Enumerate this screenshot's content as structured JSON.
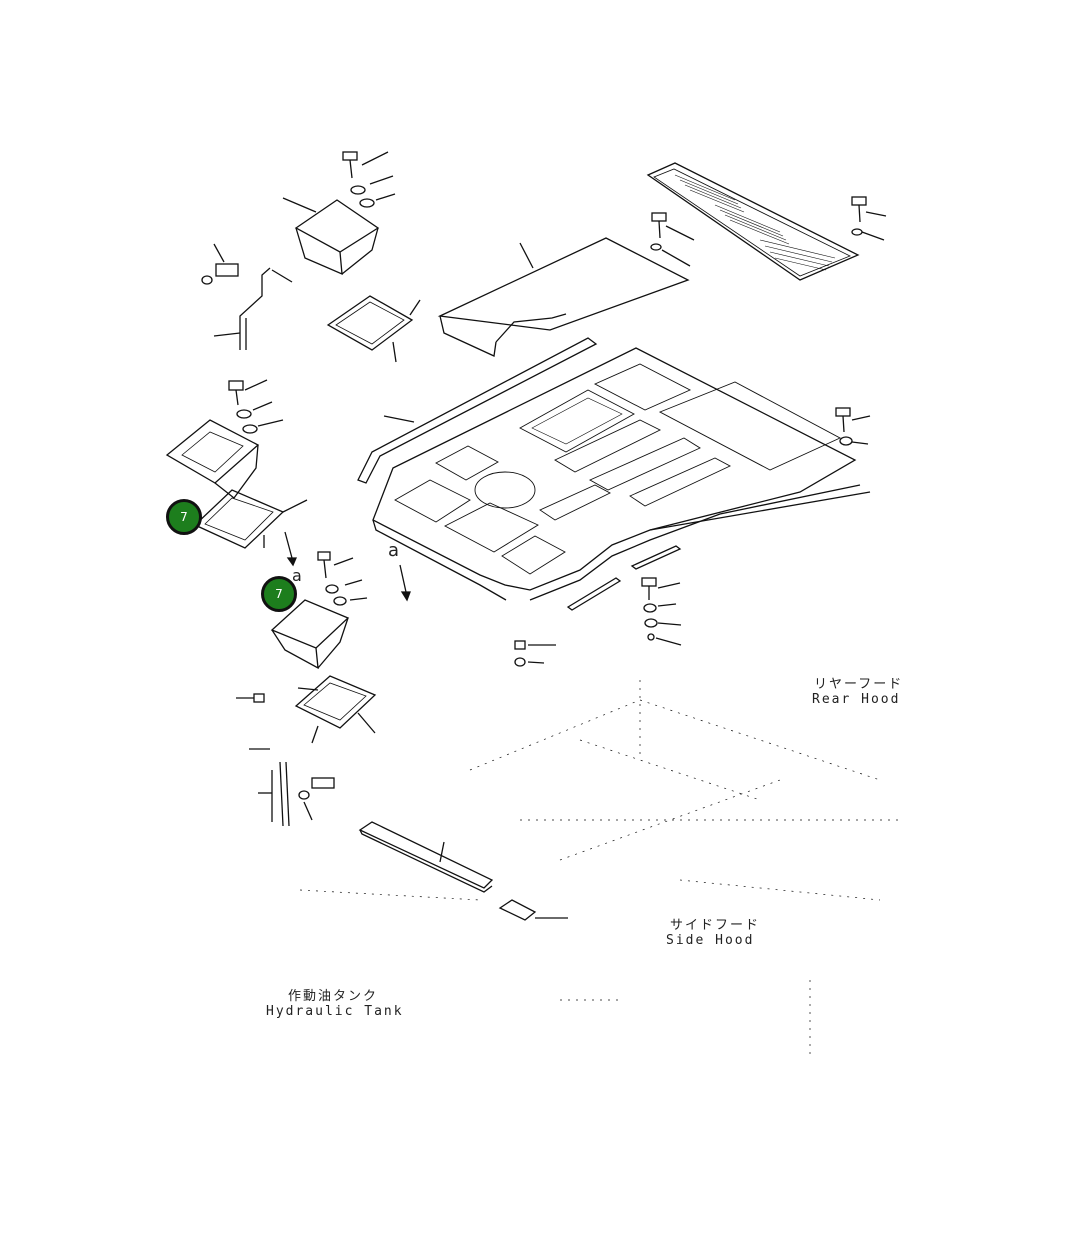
{
  "callouts": [
    {
      "label": "7"
    },
    {
      "label": "7"
    }
  ],
  "view_markers": {
    "a_main": "a",
    "a_small": "a"
  },
  "labels": {
    "rear_hood_jp": "リヤーフード",
    "rear_hood_en": "Rear Hood",
    "side_hood_jp": "サイドフード",
    "side_hood_en": "Side Hood",
    "hydraulic_tank_jp": "作動油タンク",
    "hydraulic_tank_en": "Hydraulic Tank"
  },
  "colors": {
    "callout_fill": "#1d7e1d",
    "line": "#111111"
  }
}
